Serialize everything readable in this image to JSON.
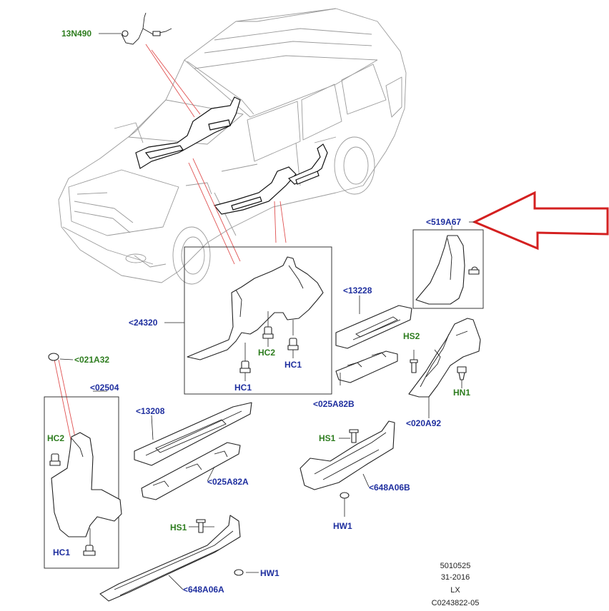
{
  "labels": {
    "l_13N490": "13N490",
    "l_519A67": "<519A67",
    "l_13228": "<13228",
    "l_24320": "<24320",
    "l_HS2_top": "HS2",
    "l_HC2_mid": "HC2",
    "l_HC1_mid": "HC1",
    "l_HC1_low": "HC1",
    "l_021A32": "<021A32",
    "l_025A82B": "<025A82B",
    "l_HN1": "HN1",
    "l_02504": "<02504",
    "l_020A92": "<020A92",
    "l_13208": "<13208",
    "l_HC2_left": "HC2",
    "l_HS1_right": "HS1",
    "l_025A82A": "<025A82A",
    "l_648A06B": "<648A06B",
    "l_HW1_right": "HW1",
    "l_HS1_left": "HS1",
    "l_HC1_left": "HC1",
    "l_HW1_left": "HW1",
    "l_648A06A": "<648A06A"
  },
  "footer": {
    "line1": "5010525",
    "line2": "31-2016",
    "line3": "LX",
    "line4": "C0243822-05"
  },
  "colors": {
    "part_number_label": "#1f2f9f",
    "fastener_label": "#2e7d1f",
    "leader_red": "#e05050",
    "highlight_arrow": "#d42020"
  },
  "icons": {
    "highlight_arrow": "red-outline-arrow-icon"
  }
}
